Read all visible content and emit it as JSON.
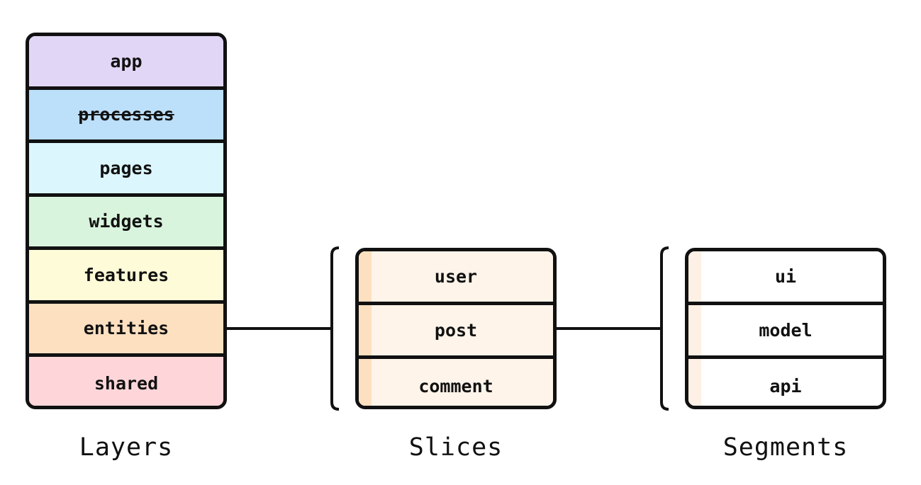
{
  "layers": {
    "caption": "Layers",
    "items": [
      {
        "label": "app",
        "color": "#e2d6f6"
      },
      {
        "label": "processes",
        "color": "#bcdffa",
        "struck": true
      },
      {
        "label": "pages",
        "color": "#dbf6fd"
      },
      {
        "label": "widgets",
        "color": "#d9f4dd"
      },
      {
        "label": "features",
        "color": "#fefbd8"
      },
      {
        "label": "entities",
        "color": "#fde0c0"
      },
      {
        "label": "shared",
        "color": "#fed6d9"
      }
    ]
  },
  "slices": {
    "caption": "Slices",
    "fill": "#fef4ea",
    "strip_color": "#fde0c0",
    "items": [
      "user",
      "post",
      "comment"
    ]
  },
  "segments": {
    "caption": "Segments",
    "fill": "#ffffff",
    "strip_color": "#fef0e4",
    "items": [
      "ui",
      "model",
      "api"
    ]
  },
  "colors": {
    "stroke": "#111111"
  }
}
